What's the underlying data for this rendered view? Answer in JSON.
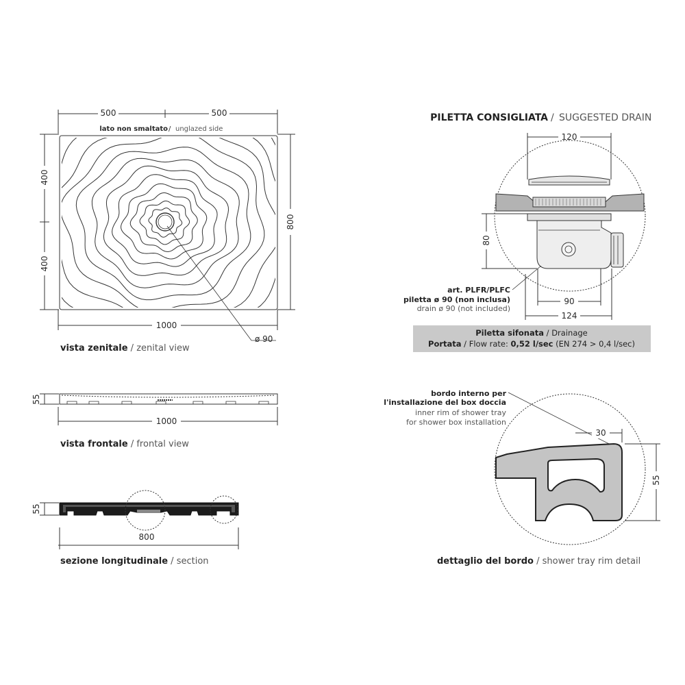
{
  "zenital": {
    "dim_left_half": "500",
    "dim_right_half": "500",
    "side_note_it": "lato non smaltato",
    "side_note_en": "unglazed side",
    "dim_height_top": "400",
    "dim_height_bottom": "400",
    "dim_height_total": "800",
    "dim_width_total": "1000",
    "drain_dia": "ø 90",
    "caption_it": "vista zenitale",
    "caption_en": "zenital view"
  },
  "frontal": {
    "dim_height": "55",
    "dim_width": "1000",
    "caption_it": "vista frontale",
    "caption_en": "frontal view"
  },
  "section": {
    "dim_height": "55",
    "dim_width": "800",
    "caption_it": "sezione longitudinale",
    "caption_en": "section"
  },
  "drain": {
    "title_it": "PILETTA CONSIGLIATA",
    "title_en": "SUGGESTED DRAIN",
    "dim_top": "120",
    "dim_height": "80",
    "dim_bottom_inner": "90",
    "dim_bottom_outer": "124",
    "art_label": "art. PLFR/PLFC",
    "piletta_it": "piletta ø 90 (non inclusa)",
    "piletta_en": "drain ø 90 (not included)",
    "box_line1_it": "Piletta sifonata",
    "box_line1_en": "Drainage",
    "box_line2_it": "Portata",
    "box_line2_en": "Flow rate:",
    "box_line2_value": "0,52 l/sec",
    "box_line2_norm": "(EN 274  > 0,4 l/sec)",
    "box_color": "#c9c9c9"
  },
  "rim": {
    "note_it_1": "bordo interno per",
    "note_it_2": "l'installazione del box doccia",
    "note_en_1": "inner rim of shower tray",
    "note_en_2": "for shower box installation",
    "dim_width": "30",
    "dim_height": "55",
    "caption_it": "dettaglio del bordo",
    "caption_en": "shower tray rim detail",
    "fill_color": "#c4c4c4"
  }
}
